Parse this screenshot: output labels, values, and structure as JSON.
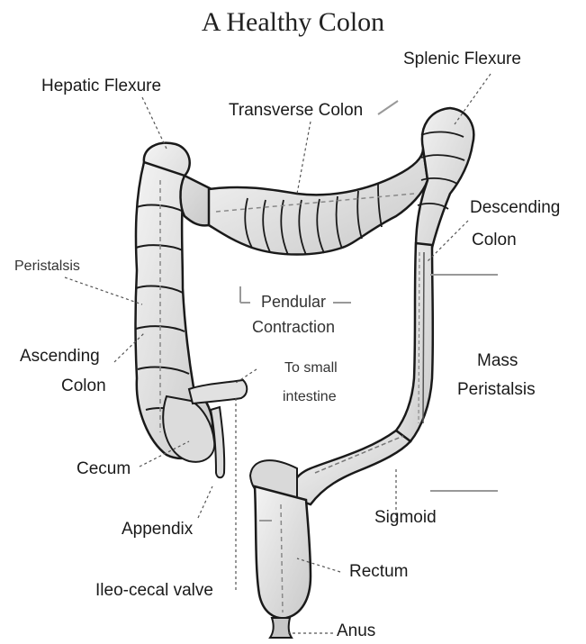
{
  "title": "A Healthy Colon",
  "labels": {
    "hepatic_flexure": "Hepatic Flexure",
    "transverse_colon": "Transverse Colon",
    "splenic_flexure": "Splenic Flexure",
    "descending_colon_1": "Descending",
    "descending_colon_2": "Colon",
    "peristalsis_left": "Peristalsis",
    "pendular_1": "Pendular",
    "pendular_2": "Contraction",
    "ascending_colon_1": "Ascending",
    "ascending_colon_2": "Colon",
    "small_intestine_1": "To small",
    "small_intestine_2": "intestine",
    "mass_peristalsis_1": "Mass",
    "mass_peristalsis_2": "Peristalsis",
    "cecum": "Cecum",
    "appendix": "Appendix",
    "sigmoid": "Sigmoid",
    "rectum": "Rectum",
    "ileocecal_valve": "Ileo-cecal valve",
    "anus": "Anus"
  },
  "colors": {
    "outline": "#1a1a1a",
    "tissue": "#e6e6e6",
    "shade": "#b5b5b5",
    "leader": "#555555",
    "divider": "#999999"
  }
}
